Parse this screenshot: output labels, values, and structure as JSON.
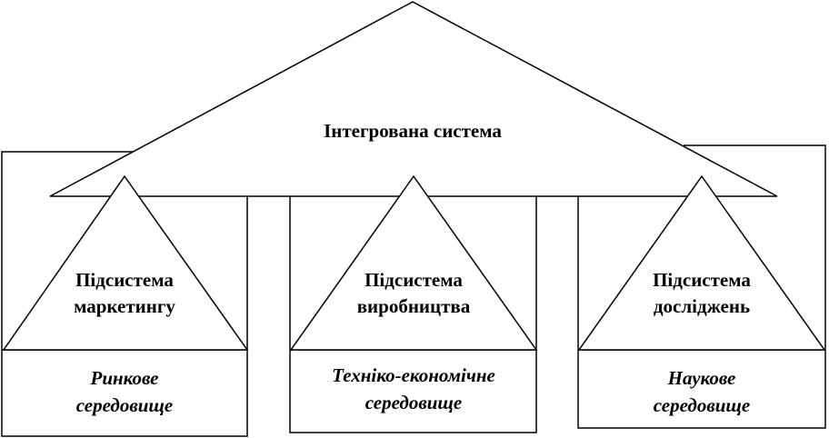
{
  "integrated_system": {
    "label": "Інтегрована система"
  },
  "subsystems": [
    {
      "title_line1": "Підсистема",
      "title_line2": "маркетингу",
      "environment_line1": "Ринкове",
      "environment_line2": "середовище"
    },
    {
      "title_line1": "Підсистема",
      "title_line2": "виробництва",
      "environment_line1": "Техніко-економічне",
      "environment_line2": "середовище"
    },
    {
      "title_line1": "Підсистема",
      "title_line2": "досліджень",
      "environment_line1": "Наукове",
      "environment_line2": "середовище"
    }
  ]
}
